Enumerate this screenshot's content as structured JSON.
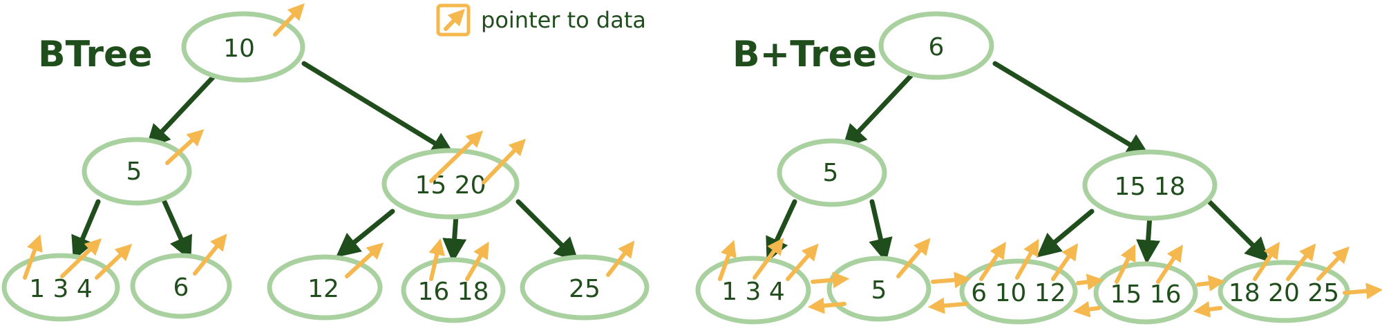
{
  "legend": {
    "label": "pointer to data",
    "icon": "pointer-arrow-icon"
  },
  "colors": {
    "node_fill": "#ffffff",
    "node_stroke": "#a9d09f",
    "edge": "#1f4d1b",
    "text": "#1f4d1b",
    "pointer": "#f4b84f"
  },
  "btree": {
    "title": "BTree",
    "root": "10",
    "level1": [
      "5",
      "15 20"
    ],
    "leaves": [
      "1 3 4",
      "6",
      "12",
      "16 18",
      "25"
    ]
  },
  "bplustree": {
    "title": "B+Tree",
    "root": "6",
    "level1": [
      "5",
      "15 18"
    ],
    "leaves": [
      "1 3 4",
      "5",
      "6 10 12",
      "15 16",
      "18 20 25"
    ]
  }
}
